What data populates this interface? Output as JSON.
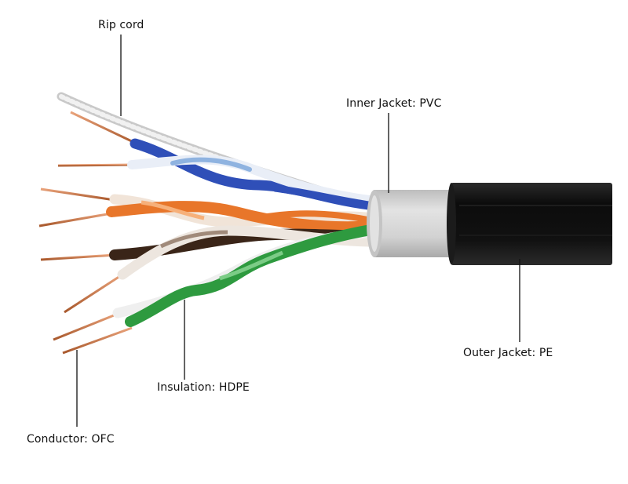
{
  "labels": {
    "rip_cord": "Rip cord",
    "inner_jacket": "Inner Jacket: PVC",
    "outer_jacket": "Outer Jacket: PE",
    "insulation": "Insulation: HDPE",
    "conductor": "Conductor: OFC"
  },
  "colors": {
    "copper": "#c8784a",
    "blue_pair": "#2f4fb8",
    "orange_pair": "#e8762a",
    "brown_pair": "#3a2518",
    "green_pair": "#2e9a3f",
    "white_stripe": "#eeeeee",
    "inner_jacket": "#d4d4d4",
    "outer_jacket": "#0e0e0e",
    "rip_cord": "#dcdcdc",
    "leader_line": "#111111"
  }
}
